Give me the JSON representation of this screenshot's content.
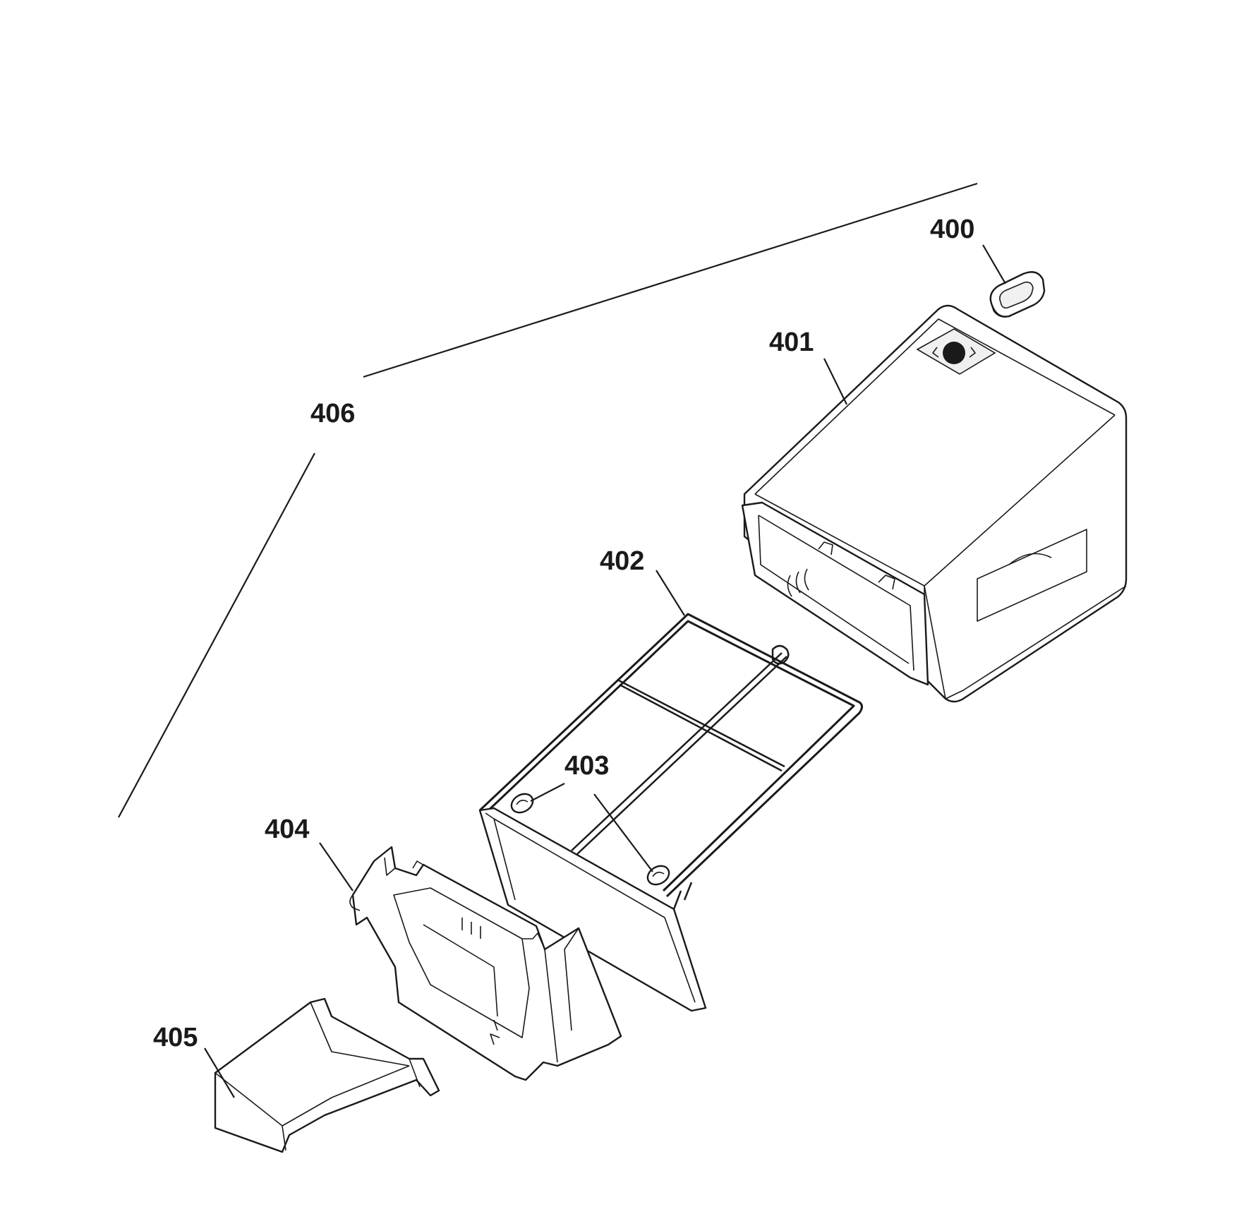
{
  "diagram": {
    "callouts": [
      {
        "id": "400",
        "label": "400"
      },
      {
        "id": "401",
        "label": "401"
      },
      {
        "id": "402",
        "label": "402"
      },
      {
        "id": "403",
        "label": "403"
      },
      {
        "id": "404",
        "label": "404"
      },
      {
        "id": "405",
        "label": "405"
      },
      {
        "id": "406",
        "label": "406"
      }
    ]
  }
}
